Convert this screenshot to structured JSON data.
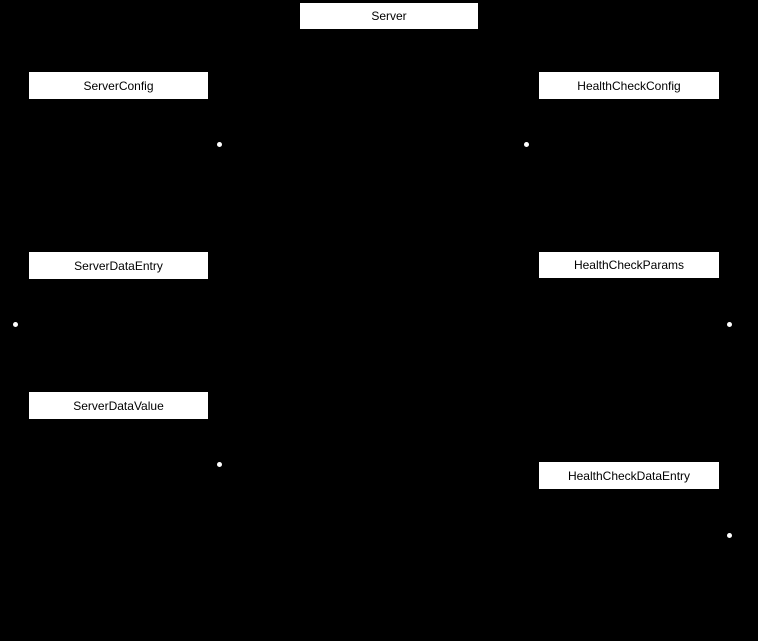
{
  "diagram": {
    "type": "class-relationship-diagram",
    "colors": {
      "background": "#000000",
      "node_fill": "#ffffff",
      "node_text": "#000000",
      "connector_dot": "#ffffff"
    },
    "nodes": {
      "server": {
        "label": "Server"
      },
      "server_config": {
        "label": "ServerConfig"
      },
      "health_check_config": {
        "label": "HealthCheckConfig"
      },
      "server_data_entry": {
        "label": "ServerDataEntry"
      },
      "health_check_params": {
        "label": "HealthCheckParams"
      },
      "server_data_value": {
        "label": "ServerDataValue"
      },
      "health_check_data_entry": {
        "label": "HealthCheckDataEntry"
      }
    },
    "connector_dot_count": 6
  }
}
